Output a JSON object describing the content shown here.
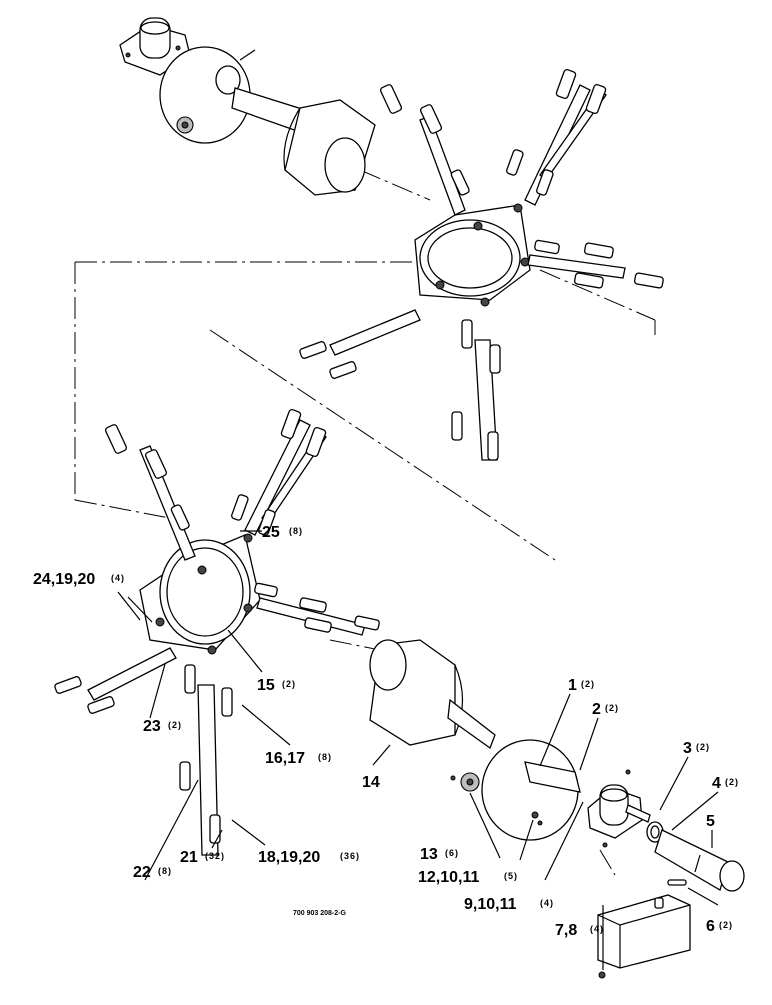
{
  "callouts": [
    {
      "id": "c1",
      "label": "1",
      "qty": "(2)"
    },
    {
      "id": "c2",
      "label": "2",
      "qty": "(2)"
    },
    {
      "id": "c3",
      "label": "3",
      "qty": "(2)"
    },
    {
      "id": "c4",
      "label": "4",
      "qty": "(2)"
    },
    {
      "id": "c5",
      "label": "5",
      "qty": ""
    },
    {
      "id": "c6",
      "label": "6",
      "qty": "(2)"
    },
    {
      "id": "c78",
      "label": "7,8",
      "qty": "(4)"
    },
    {
      "id": "c91011",
      "label": "9,10,11",
      "qty": "(4)"
    },
    {
      "id": "c121011",
      "label": "12,10,11",
      "qty": "(5)"
    },
    {
      "id": "c13",
      "label": "13",
      "qty": "(6)"
    },
    {
      "id": "c14",
      "label": "14",
      "qty": ""
    },
    {
      "id": "c15",
      "label": "15",
      "qty": "(2)"
    },
    {
      "id": "c1617",
      "label": "16,17",
      "qty": "(8)"
    },
    {
      "id": "c181920",
      "label": "18,19,20",
      "qty": "(36)"
    },
    {
      "id": "c21",
      "label": "21",
      "qty": "(32)"
    },
    {
      "id": "c22",
      "label": "22",
      "qty": "(8)"
    },
    {
      "id": "c23",
      "label": "23",
      "qty": "(2)"
    },
    {
      "id": "c241920",
      "label": "24,19,20",
      "qty": "(4)"
    },
    {
      "id": "c25",
      "label": "25",
      "qty": "(8)"
    }
  ],
  "drawing_code": "700 903 208-2-G"
}
